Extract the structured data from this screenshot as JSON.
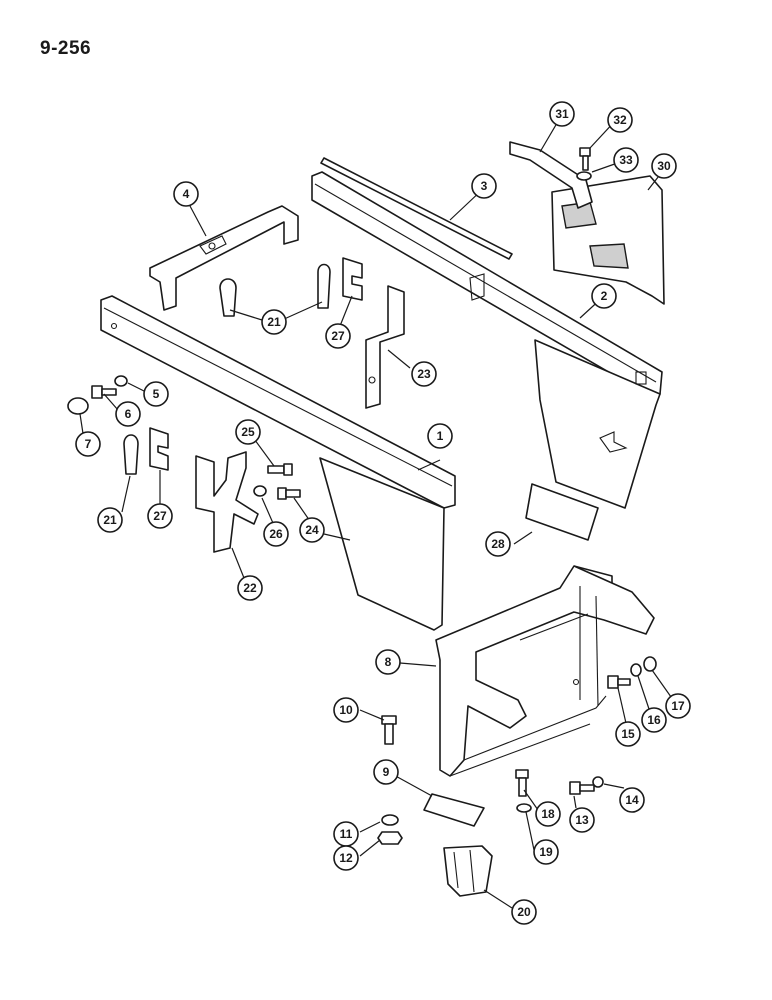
{
  "page_number": "9-256",
  "callouts": [
    {
      "id": "c1",
      "label": "1"
    },
    {
      "id": "c2",
      "label": "2"
    },
    {
      "id": "c3",
      "label": "3"
    },
    {
      "id": "c4",
      "label": "4"
    },
    {
      "id": "c5",
      "label": "5"
    },
    {
      "id": "c6",
      "label": "6"
    },
    {
      "id": "c7",
      "label": "7"
    },
    {
      "id": "c8",
      "label": "8"
    },
    {
      "id": "c9",
      "label": "9"
    },
    {
      "id": "c10",
      "label": "10"
    },
    {
      "id": "c11",
      "label": "11"
    },
    {
      "id": "c12",
      "label": "12"
    },
    {
      "id": "c13",
      "label": "13"
    },
    {
      "id": "c14",
      "label": "14"
    },
    {
      "id": "c15",
      "label": "15"
    },
    {
      "id": "c16",
      "label": "16"
    },
    {
      "id": "c17",
      "label": "17"
    },
    {
      "id": "c18",
      "label": "18"
    },
    {
      "id": "c19",
      "label": "19"
    },
    {
      "id": "c20",
      "label": "20"
    },
    {
      "id": "c21a",
      "label": "21"
    },
    {
      "id": "c21b",
      "label": "21"
    },
    {
      "id": "c22",
      "label": "22"
    },
    {
      "id": "c23",
      "label": "23"
    },
    {
      "id": "c24",
      "label": "24"
    },
    {
      "id": "c25",
      "label": "25"
    },
    {
      "id": "c26",
      "label": "26"
    },
    {
      "id": "c27a",
      "label": "27"
    },
    {
      "id": "c27b",
      "label": "27"
    },
    {
      "id": "c28",
      "label": "28"
    },
    {
      "id": "c30",
      "label": "30"
    },
    {
      "id": "c31",
      "label": "31"
    },
    {
      "id": "c32",
      "label": "32"
    },
    {
      "id": "c33",
      "label": "33"
    }
  ]
}
